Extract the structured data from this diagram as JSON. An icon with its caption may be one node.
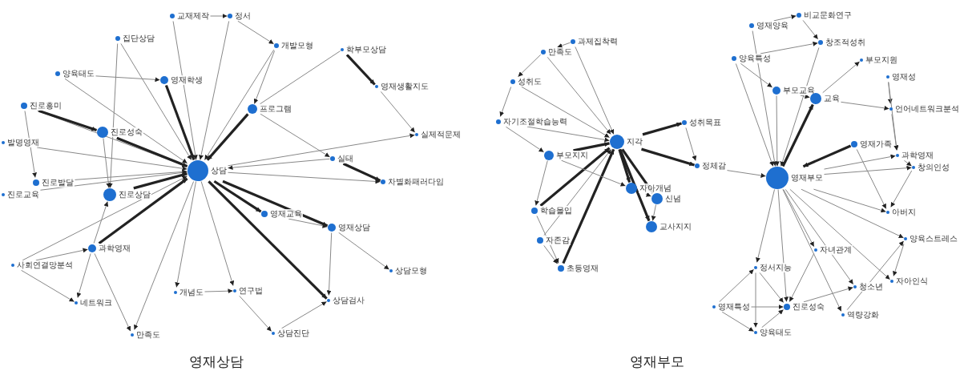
{
  "diagram": {
    "nodes": [
      {
        "text": [
          "상담"
        ]
      },
      {
        "text": [
          "교재제작"
        ]
      },
      {
        "text": [
          "정서"
        ]
      },
      {
        "text": [
          "개발모형"
        ]
      },
      {
        "text": [
          "집단상담"
        ]
      },
      {
        "text": [
          "양육태도"
        ]
      },
      {
        "text": [
          "영재학생"
        ]
      },
      {
        "text": [
          "학부모상담"
        ]
      },
      {
        "text": [
          "영재생활지도"
        ]
      },
      {
        "text": [
          "프로그램"
        ]
      },
      {
        "text": [
          "진로흥미"
        ]
      },
      {
        "text": [
          "진로성숙"
        ]
      },
      {
        "text": [
          "발명영재"
        ]
      },
      {
        "text": [
          "실제적문제"
        ]
      },
      {
        "text": [
          "실태"
        ]
      },
      {
        "text": [
          "진로발달"
        ]
      },
      {
        "text": [
          "진로교육"
        ]
      },
      {
        "text": [
          "진로상담"
        ]
      },
      {
        "text": [
          "차별화패러다임"
        ]
      },
      {
        "text": [
          "영재교육"
        ]
      },
      {
        "text": [
          "영재상담"
        ]
      },
      {
        "text": [
          "과학영재"
        ]
      },
      {
        "text": [
          "사회연결망분석"
        ]
      },
      {
        "text": [
          "상담모형"
        ]
      },
      {
        "text": [
          "네트워크"
        ]
      },
      {
        "text": [
          "개념도"
        ]
      },
      {
        "text": [
          "연구법"
        ]
      },
      {
        "text": [
          "상담검사"
        ]
      },
      {
        "text": [
          "만족도"
        ]
      },
      {
        "text": [
          "상담진단"
        ]
      },
      {
        "text": [
          "지각"
        ]
      },
      {
        "text": [
          "과제집착력"
        ]
      },
      {
        "text": [
          "만족도"
        ]
      },
      {
        "text": [
          "성취도"
        ]
      },
      {
        "text": [
          "자기조절학습능력"
        ]
      },
      {
        "text": [
          "성취목표"
        ]
      },
      {
        "text": [
          "부모지지"
        ]
      },
      {
        "text": [
          "정체감"
        ]
      },
      {
        "text": [
          "자아개념"
        ]
      },
      {
        "text": [
          "신념"
        ]
      },
      {
        "text": [
          "학습몰입"
        ]
      },
      {
        "text": [
          "교사지지"
        ]
      },
      {
        "text": [
          "자존감"
        ]
      },
      {
        "text": [
          "초등영재"
        ]
      },
      {
        "text": [
          "영재부모"
        ]
      },
      {
        "text": [
          "영재양육"
        ]
      },
      {
        "text": [
          "비교문화연구"
        ]
      },
      {
        "text": [
          "창조적성취"
        ]
      },
      {
        "text": [
          "양육특성"
        ]
      },
      {
        "text": [
          "부모지원"
        ]
      },
      {
        "text": [
          "부모교육"
        ]
      },
      {
        "text": [
          "교육"
        ]
      },
      {
        "text": [
          "영재성"
        ]
      },
      {
        "text": [
          "언어네트워크분석"
        ]
      },
      {
        "text": [
          "영재가족"
        ]
      },
      {
        "text": [
          "과학영재"
        ]
      },
      {
        "text": [
          "창의인성"
        ]
      },
      {
        "text": [
          "아버지"
        ]
      },
      {
        "text": [
          "양육스트레스"
        ]
      },
      {
        "text": [
          "자녀관계"
        ]
      },
      {
        "text": [
          "정서지능"
        ]
      },
      {
        "text": [
          "자아인식"
        ]
      },
      {
        "text": [
          "청소년"
        ]
      },
      {
        "text": [
          "영재특성"
        ]
      },
      {
        "text": [
          "진로성숙"
        ]
      },
      {
        "text": [
          "역량강화"
        ]
      },
      {
        "text": [
          "양육태도"
        ]
      }
    ],
    "edges": [
      {
        "from": 1,
        "to": 0,
        "arrow": "to"
      },
      {
        "from": 2,
        "to": 0,
        "arrow": "to"
      },
      {
        "from": 3,
        "to": 0,
        "arrow": "to"
      },
      {
        "from": 4,
        "to": 0,
        "arrow": "to"
      },
      {
        "from": 5,
        "to": 0,
        "arrow": "to"
      },
      {
        "from": 6,
        "to": 0,
        "arrow": "to",
        "style": "thick",
        "color": "#222222"
      },
      {
        "from": 9,
        "to": 0,
        "arrow": "to",
        "style": "thick",
        "color": "#222222"
      },
      {
        "from": 10,
        "to": 0,
        "arrow": "to"
      },
      {
        "from": 11,
        "to": 0,
        "arrow": "to",
        "style": "thick",
        "color": "#222222"
      },
      {
        "from": 12,
        "to": 0,
        "arrow": "to"
      },
      {
        "from": 14,
        "to": 0,
        "arrow": "to"
      },
      {
        "from": 15,
        "to": 0,
        "arrow": "to"
      },
      {
        "from": 16,
        "to": 0,
        "arrow": "to"
      },
      {
        "from": 17,
        "to": 0,
        "arrow": "to",
        "style": "thick",
        "color": "#222222"
      },
      {
        "from": 21,
        "to": 0,
        "arrow": "to",
        "style": "thick",
        "color": "#222222"
      },
      {
        "from": 22,
        "to": 0,
        "arrow": "to"
      },
      {
        "from": 0,
        "to": 18,
        "arrow": "to"
      },
      {
        "from": 0,
        "to": 19,
        "arrow": "to",
        "style": "thick",
        "color": "#222222"
      },
      {
        "from": 0,
        "to": 20,
        "arrow": "to",
        "style": "thick",
        "color": "#222222"
      },
      {
        "from": 0,
        "to": 25,
        "arrow": "to"
      },
      {
        "from": 0,
        "to": 26,
        "arrow": "to"
      },
      {
        "from": 0,
        "to": 27,
        "arrow": "to",
        "style": "thick",
        "color": "#222222"
      },
      {
        "from": 0,
        "to": 28,
        "arrow": "to"
      },
      {
        "from": 0,
        "to": 13,
        "arrow": "to"
      },
      {
        "from": 1,
        "to": 2,
        "arrow": "to"
      },
      {
        "from": 2,
        "to": 3,
        "arrow": "to"
      },
      {
        "from": 5,
        "to": 6,
        "arrow": "to"
      },
      {
        "from": 7,
        "to": 8,
        "arrow": "to",
        "style": "thick",
        "color": "#222222"
      },
      {
        "from": 8,
        "to": 13,
        "arrow": "to"
      },
      {
        "from": 9,
        "to": 7,
        "arrow": "none"
      },
      {
        "from": 9,
        "to": 14,
        "arrow": "to"
      },
      {
        "from": 14,
        "to": 18,
        "arrow": "to",
        "style": "thick",
        "color": "#222222"
      },
      {
        "from": 3,
        "to": 9,
        "arrow": "to"
      },
      {
        "from": 4,
        "to": 17,
        "arrow": "to"
      },
      {
        "from": 10,
        "to": 11,
        "arrow": "to",
        "style": "thick",
        "color": "#222222"
      },
      {
        "from": 10,
        "to": 15,
        "arrow": "to"
      },
      {
        "from": 11,
        "to": 17,
        "arrow": "to"
      },
      {
        "from": 21,
        "to": 17,
        "arrow": "to"
      },
      {
        "from": 22,
        "to": 21,
        "arrow": "to"
      },
      {
        "from": 22,
        "to": 24,
        "arrow": "to"
      },
      {
        "from": 21,
        "to": 24,
        "arrow": "to"
      },
      {
        "from": 21,
        "to": 28,
        "arrow": "to"
      },
      {
        "from": 25,
        "to": 26,
        "arrow": "to"
      },
      {
        "from": 26,
        "to": 29,
        "arrow": "to"
      },
      {
        "from": 29,
        "to": 27,
        "arrow": "to"
      },
      {
        "from": 19,
        "to": 20,
        "arrow": "to"
      },
      {
        "from": 20,
        "to": 23,
        "arrow": "to"
      },
      {
        "from": 20,
        "to": 27,
        "arrow": "to"
      },
      {
        "from": 31,
        "to": 30,
        "arrow": "to"
      },
      {
        "from": 32,
        "to": 30,
        "arrow": "to"
      },
      {
        "from": 33,
        "to": 30,
        "arrow": "to"
      },
      {
        "from": 34,
        "to": 30,
        "arrow": "to"
      },
      {
        "from": 36,
        "to": 30,
        "arrow": "to",
        "style": "thick",
        "color": "#222222"
      },
      {
        "from": 30,
        "to": 35,
        "arrow": "to",
        "style": "thick",
        "color": "#222222"
      },
      {
        "from": 30,
        "to": 37,
        "arrow": "to",
        "style": "thick",
        "color": "#222222"
      },
      {
        "from": 30,
        "to": 38,
        "arrow": "to",
        "style": "thick",
        "color": "#222222"
      },
      {
        "from": 30,
        "to": 39,
        "arrow": "to",
        "style": "thick",
        "color": "#222222"
      },
      {
        "from": 30,
        "to": 41,
        "arrow": "to",
        "style": "thick",
        "color": "#222222"
      },
      {
        "from": 40,
        "to": 30,
        "arrow": "to",
        "style": "thick",
        "color": "#222222"
      },
      {
        "from": 42,
        "to": 30,
        "arrow": "to"
      },
      {
        "from": 43,
        "to": 30,
        "arrow": "to",
        "style": "thick",
        "color": "#222222"
      },
      {
        "from": 31,
        "to": 32,
        "arrow": "to"
      },
      {
        "from": 32,
        "to": 33,
        "arrow": "to"
      },
      {
        "from": 33,
        "to": 34,
        "arrow": "to"
      },
      {
        "from": 34,
        "to": 36,
        "arrow": "to"
      },
      {
        "from": 36,
        "to": 40,
        "arrow": "to"
      },
      {
        "from": 40,
        "to": 43,
        "arrow": "to"
      },
      {
        "from": 42,
        "to": 43,
        "arrow": "to"
      },
      {
        "from": 38,
        "to": 39,
        "arrow": "to"
      },
      {
        "from": 39,
        "to": 41,
        "arrow": "to"
      },
      {
        "from": 35,
        "to": 37,
        "arrow": "to"
      },
      {
        "from": 36,
        "to": 38,
        "arrow": "to"
      },
      {
        "from": 45,
        "to": 44,
        "arrow": "to"
      },
      {
        "from": 48,
        "to": 44,
        "arrow": "to"
      },
      {
        "from": 50,
        "to": 44,
        "arrow": "to"
      },
      {
        "from": 44,
        "to": 51,
        "arrow": "to",
        "style": "thick",
        "color": "#222222"
      },
      {
        "from": 54,
        "to": 44,
        "arrow": "to",
        "style": "thick",
        "color": "#222222"
      },
      {
        "from": 47,
        "to": 44,
        "arrow": "to"
      },
      {
        "from": 44,
        "to": 55,
        "arrow": "to"
      },
      {
        "from": 44,
        "to": 56,
        "arrow": "to"
      },
      {
        "from": 44,
        "to": 57,
        "arrow": "to"
      },
      {
        "from": 44,
        "to": 58,
        "arrow": "to"
      },
      {
        "from": 44,
        "to": 59,
        "arrow": "to"
      },
      {
        "from": 44,
        "to": 60,
        "arrow": "to"
      },
      {
        "from": 44,
        "to": 64,
        "arrow": "to"
      },
      {
        "from": 44,
        "to": 62,
        "arrow": "to"
      },
      {
        "from": 44,
        "to": 61,
        "arrow": "to"
      },
      {
        "from": 44,
        "to": 65,
        "arrow": "to"
      },
      {
        "from": 37,
        "to": 44,
        "arrow": "to"
      },
      {
        "from": 45,
        "to": 46,
        "arrow": "to"
      },
      {
        "from": 46,
        "to": 47,
        "arrow": "to"
      },
      {
        "from": 48,
        "to": 47,
        "arrow": "to"
      },
      {
        "from": 48,
        "to": 50,
        "arrow": "to"
      },
      {
        "from": 50,
        "to": 51,
        "arrow": "to"
      },
      {
        "from": 51,
        "to": 49,
        "arrow": "to"
      },
      {
        "from": 51,
        "to": 53,
        "arrow": "to"
      },
      {
        "from": 52,
        "to": 53,
        "arrow": "to"
      },
      {
        "from": 52,
        "to": 55,
        "arrow": "to"
      },
      {
        "from": 53,
        "to": 55,
        "arrow": "to"
      },
      {
        "from": 55,
        "to": 56,
        "arrow": "to"
      },
      {
        "from": 56,
        "to": 57,
        "arrow": "to"
      },
      {
        "from": 54,
        "to": 57,
        "arrow": "to"
      },
      {
        "from": 58,
        "to": 61,
        "arrow": "to"
      },
      {
        "from": 59,
        "to": 64,
        "arrow": "to"
      },
      {
        "from": 60,
        "to": 64,
        "arrow": "to"
      },
      {
        "from": 63,
        "to": 64,
        "arrow": "to"
      },
      {
        "from": 63,
        "to": 60,
        "arrow": "to"
      },
      {
        "from": 63,
        "to": 66,
        "arrow": "to"
      },
      {
        "from": 60,
        "to": 66,
        "arrow": "to"
      },
      {
        "from": 66,
        "to": 64,
        "arrow": "to"
      },
      {
        "from": 64,
        "to": 62,
        "arrow": "to"
      },
      {
        "from": 65,
        "to": 58,
        "arrow": "to"
      }
    ],
    "labels": [
      "영재상담",
      "영재부모"
    ]
  }
}
